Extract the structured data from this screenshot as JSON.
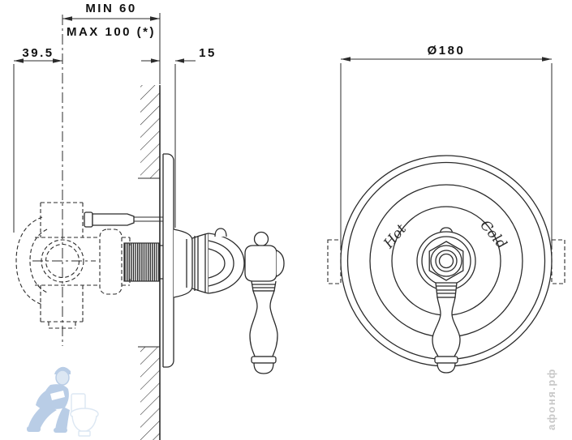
{
  "side_view": {
    "dim_min": "MIN 60",
    "dim_max": "MAX 100 (*)",
    "dim_body_to_wall": "39.5",
    "dim_plate_depth": "15"
  },
  "front_view": {
    "dim_diameter": "Ø180",
    "label_hot": "Hot",
    "label_cold": "Cold"
  },
  "watermarks": {
    "site": "афоня.рф"
  },
  "colors": {
    "line": "#2b2b2b",
    "dim_text": "#111111",
    "watermark_blue": "#b9cde6",
    "watermark_blue_light": "#dce7f3",
    "watermark_gray": "#c8c8c8"
  }
}
